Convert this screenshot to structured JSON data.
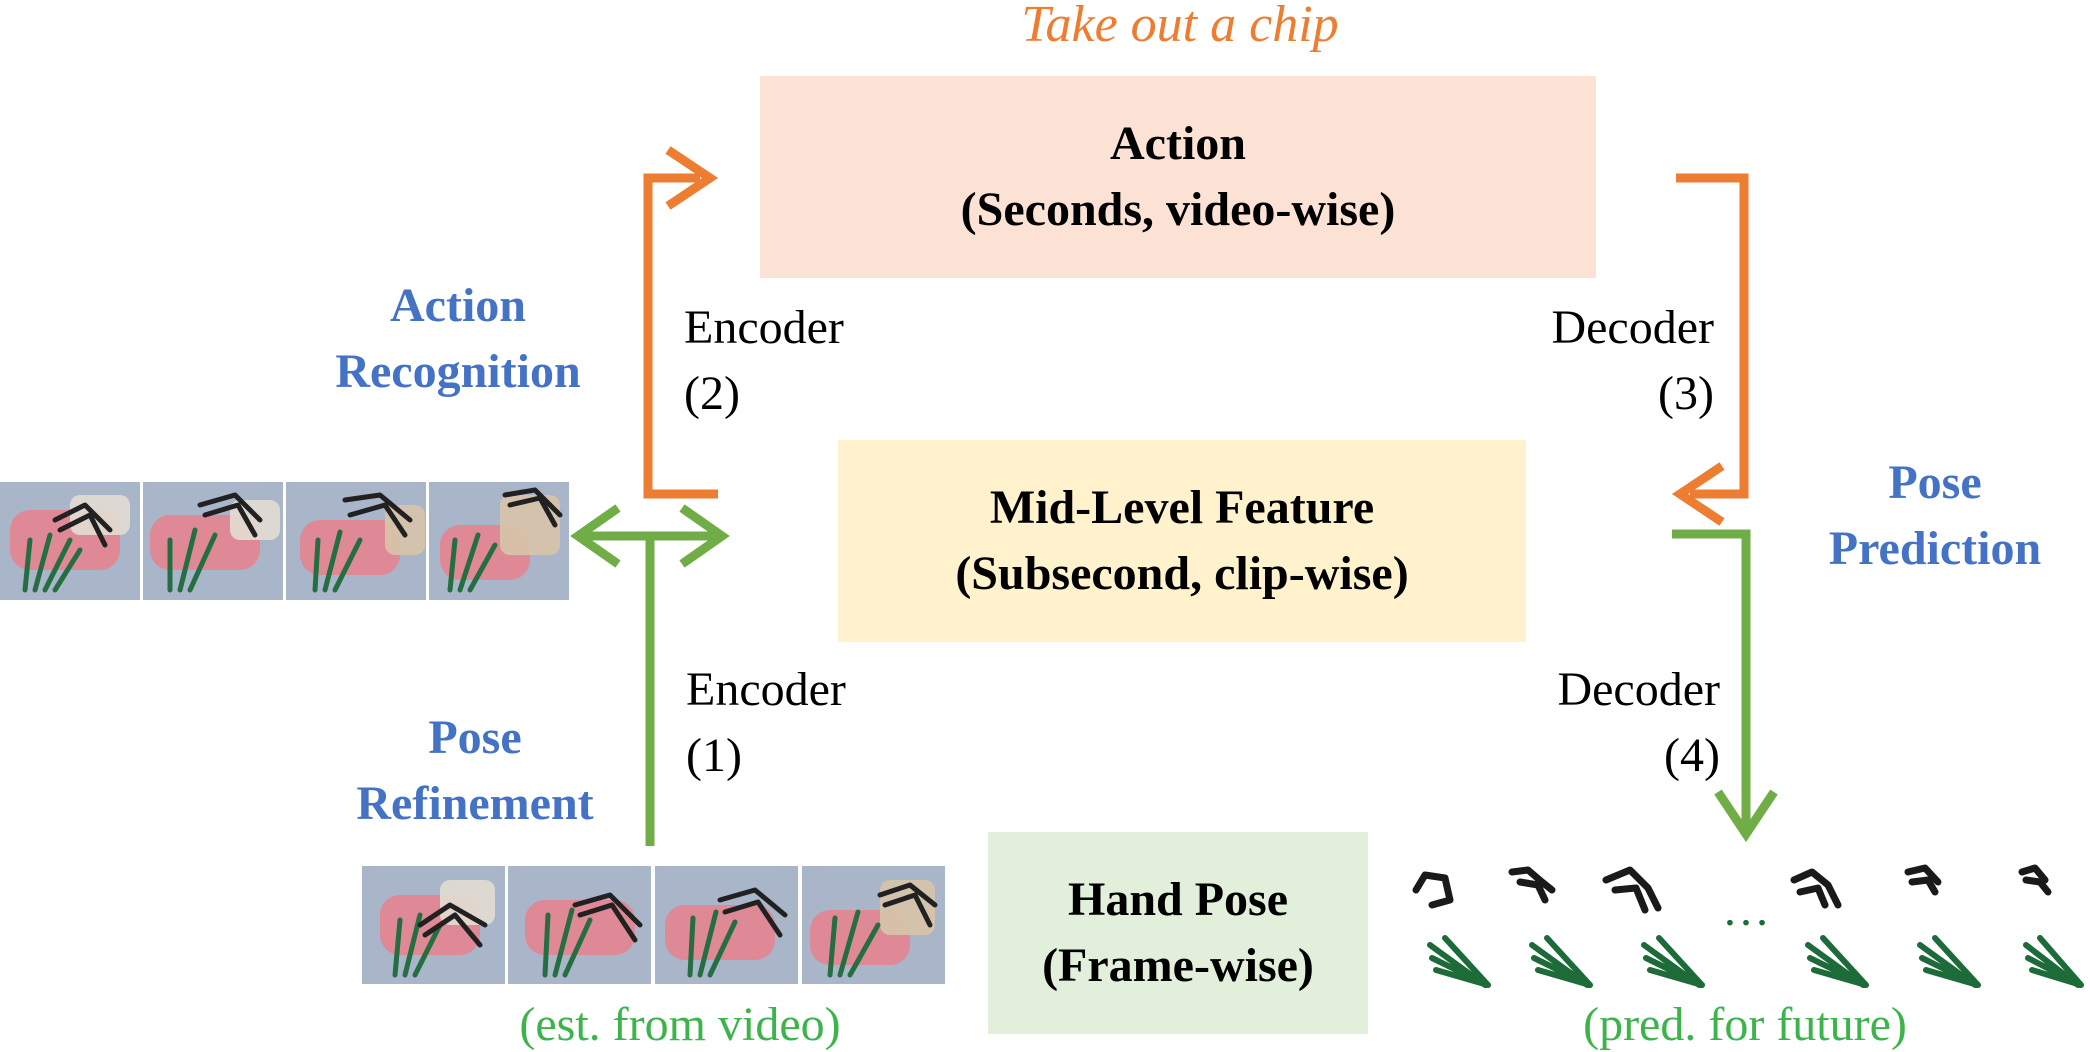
{
  "title": "Take out a chip",
  "boxes": {
    "action": {
      "line1": "Action",
      "line2": "(Seconds, video-wise)",
      "color": "#fbe2d5"
    },
    "mid": {
      "line1": "Mid-Level Feature",
      "line2": "(Subsecond, clip-wise)",
      "color": "#fff2cc"
    },
    "hand": {
      "line1": "Hand Pose",
      "line2": "(Frame-wise)",
      "color": "#e2efda"
    }
  },
  "labels": {
    "encoder2": {
      "line1": "Encoder",
      "line2": "(2)"
    },
    "decoder3": {
      "line1": "Decoder",
      "line2": "(3)"
    },
    "encoder1": {
      "line1": "Encoder",
      "line2": "(1)"
    },
    "decoder4": {
      "line1": "Decoder",
      "line2": "(4)"
    }
  },
  "tasks": {
    "action_recognition": {
      "line1": "Action",
      "line2": "Recognition"
    },
    "pose_prediction": {
      "line1": "Pose",
      "line2": "Prediction"
    },
    "pose_refinement": {
      "line1": "Pose",
      "line2": "Refinement"
    }
  },
  "captions": {
    "est": "(est. from video)",
    "pred": "(pred. for future)",
    "ellipsis": "…"
  },
  "colors": {
    "orange": "#ed7d31",
    "green": "#70ad47",
    "blue_text": "#4472c4",
    "orange_text": "#ed7d31",
    "green_text": "#3cb44b",
    "skeleton_green": "#1e6b3a",
    "skeleton_black": "#1a1a1a"
  }
}
